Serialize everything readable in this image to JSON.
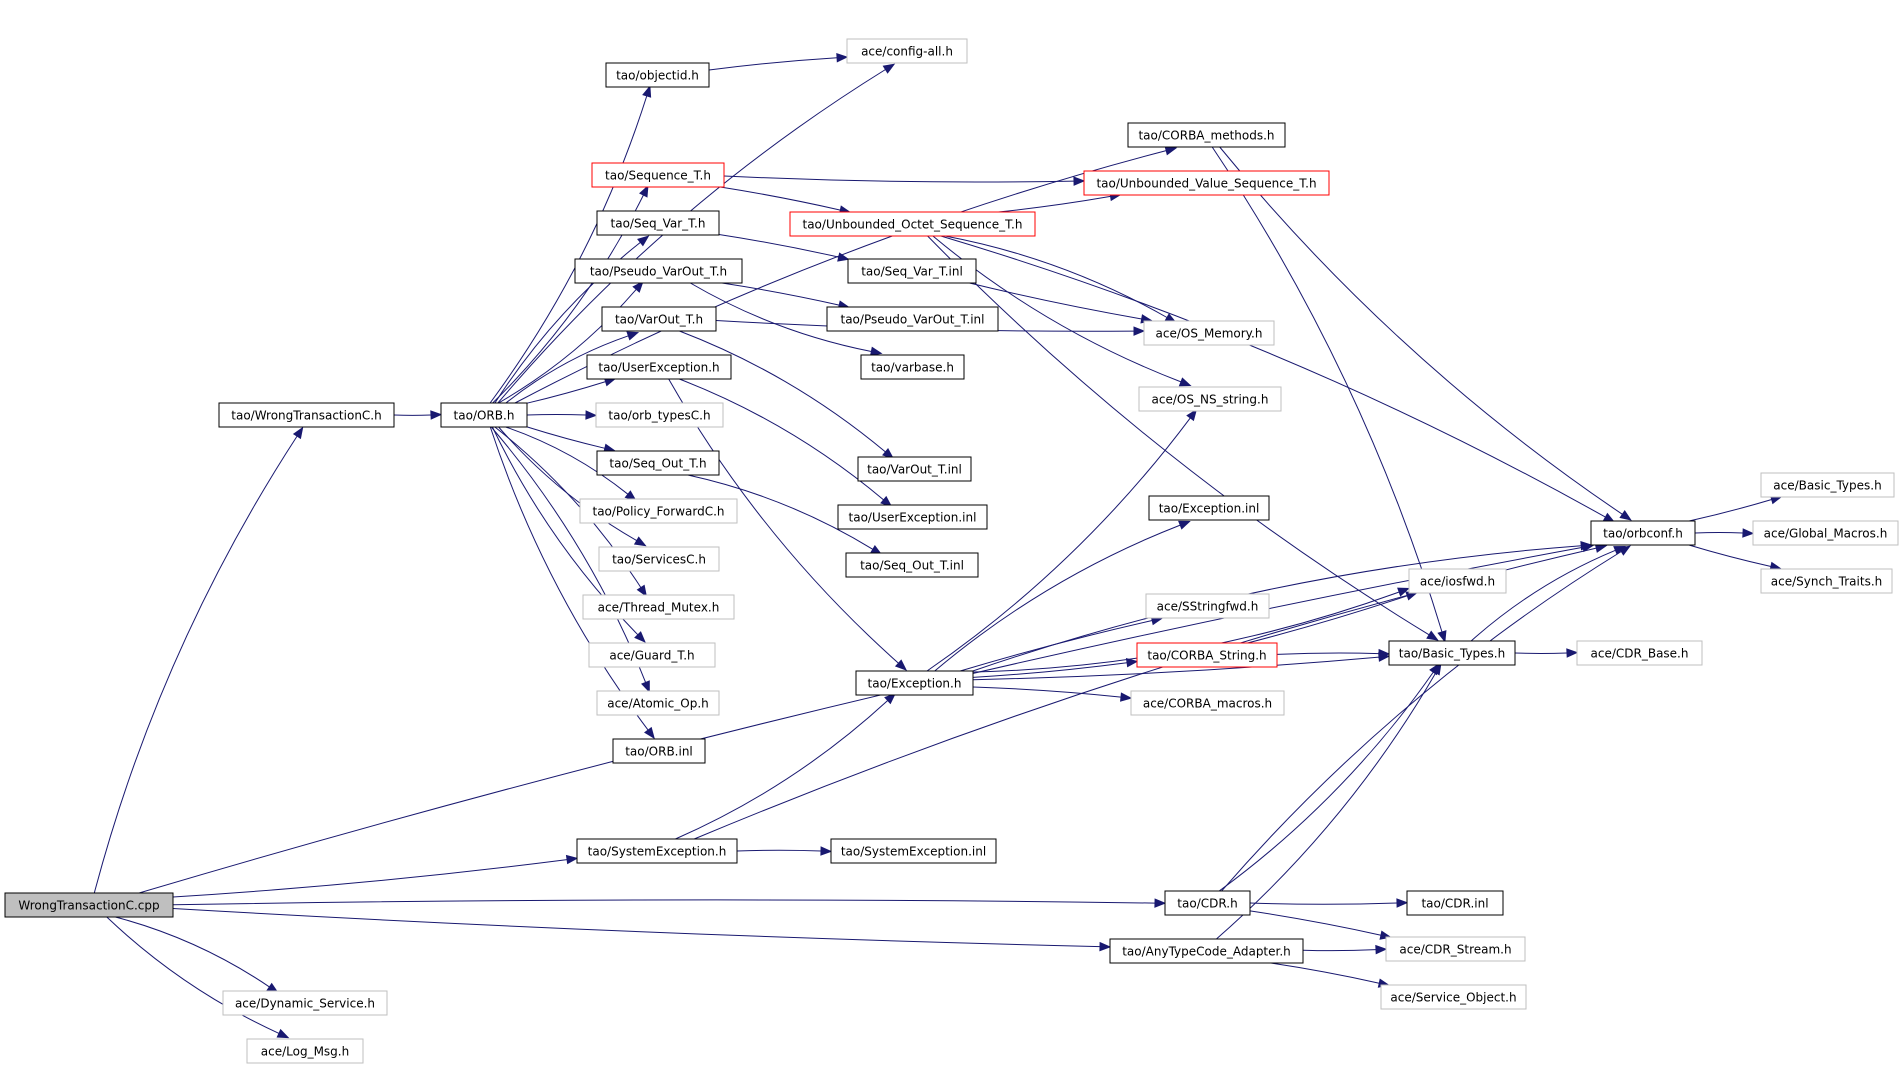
{
  "colors": {
    "edge": "#191970",
    "documented_border": "#000000",
    "undocumented_border": "#bfbfbf",
    "truncated_border": "#ff0000",
    "root_fill": "#bfbfbf",
    "background": "#ffffff"
  },
  "nodes": [
    {
      "id": "root",
      "label": "WrongTransactionC.cpp",
      "style": "root"
    },
    {
      "id": "dynsvc",
      "label": "ace/Dynamic_Service.h",
      "style": "gray"
    },
    {
      "id": "logmsg",
      "label": "ace/Log_Msg.h",
      "style": "gray"
    },
    {
      "id": "wrongtxh",
      "label": "tao/WrongTransactionC.h",
      "style": "black"
    },
    {
      "id": "orbh",
      "label": "tao/ORB.h",
      "style": "black"
    },
    {
      "id": "configall",
      "label": "ace/config-all.h",
      "style": "gray"
    },
    {
      "id": "objectid",
      "label": "tao/objectid.h",
      "style": "black"
    },
    {
      "id": "corbamethods",
      "label": "tao/CORBA_methods.h",
      "style": "black"
    },
    {
      "id": "seqT",
      "label": "tao/Sequence_T.h",
      "style": "red"
    },
    {
      "id": "unbvalseq",
      "label": "tao/Unbounded_Value_Sequence_T.h",
      "style": "red"
    },
    {
      "id": "unboctseq",
      "label": "tao/Unbounded_Octet_Sequence_T.h",
      "style": "red"
    },
    {
      "id": "seqvarT",
      "label": "tao/Seq_Var_T.h",
      "style": "black"
    },
    {
      "id": "seqvarTinl",
      "label": "tao/Seq_Var_T.inl",
      "style": "black"
    },
    {
      "id": "pseudoT",
      "label": "tao/Pseudo_VarOut_T.h",
      "style": "black"
    },
    {
      "id": "pseudoTinl",
      "label": "tao/Pseudo_VarOut_T.inl",
      "style": "black"
    },
    {
      "id": "osmem",
      "label": "ace/OS_Memory.h",
      "style": "gray"
    },
    {
      "id": "varoutT",
      "label": "tao/VarOut_T.h",
      "style": "black"
    },
    {
      "id": "varbase",
      "label": "tao/varbase.h",
      "style": "black"
    },
    {
      "id": "userexc",
      "label": "tao/UserException.h",
      "style": "black"
    },
    {
      "id": "osnsstr",
      "label": "ace/OS_NS_string.h",
      "style": "gray"
    },
    {
      "id": "orbtypes",
      "label": "tao/orb_typesC.h",
      "style": "gray"
    },
    {
      "id": "seqoutT",
      "label": "tao/Seq_Out_T.h",
      "style": "black"
    },
    {
      "id": "varoutTinl",
      "label": "tao/VarOut_T.inl",
      "style": "black"
    },
    {
      "id": "policyfwd",
      "label": "tao/Policy_ForwardC.h",
      "style": "gray"
    },
    {
      "id": "userexcinl",
      "label": "tao/UserException.inl",
      "style": "black"
    },
    {
      "id": "services",
      "label": "tao/ServicesC.h",
      "style": "gray"
    },
    {
      "id": "seqoutTinl",
      "label": "tao/Seq_Out_T.inl",
      "style": "black"
    },
    {
      "id": "threadmutex",
      "label": "ace/Thread_Mutex.h",
      "style": "gray"
    },
    {
      "id": "guardT",
      "label": "ace/Guard_T.h",
      "style": "gray"
    },
    {
      "id": "atomicop",
      "label": "ace/Atomic_Op.h",
      "style": "gray"
    },
    {
      "id": "orbinl",
      "label": "tao/ORB.inl",
      "style": "black"
    },
    {
      "id": "excinl",
      "label": "tao/Exception.inl",
      "style": "black"
    },
    {
      "id": "iosfwd",
      "label": "ace/iosfwd.h",
      "style": "gray"
    },
    {
      "id": "sstringfwd",
      "label": "ace/SStringfwd.h",
      "style": "gray"
    },
    {
      "id": "corbastr",
      "label": "tao/CORBA_String.h",
      "style": "red"
    },
    {
      "id": "exch",
      "label": "tao/Exception.h",
      "style": "black"
    },
    {
      "id": "corbamacros",
      "label": "ace/CORBA_macros.h",
      "style": "gray"
    },
    {
      "id": "basictypes",
      "label": "tao/Basic_Types.h",
      "style": "black"
    },
    {
      "id": "cdrbase",
      "label": "ace/CDR_Base.h",
      "style": "gray"
    },
    {
      "id": "orbconf",
      "label": "tao/orbconf.h",
      "style": "black"
    },
    {
      "id": "acebasic",
      "label": "ace/Basic_Types.h",
      "style": "gray"
    },
    {
      "id": "globalmacros",
      "label": "ace/Global_Macros.h",
      "style": "gray"
    },
    {
      "id": "synchtraits",
      "label": "ace/Synch_Traits.h",
      "style": "gray"
    },
    {
      "id": "sysexc",
      "label": "tao/SystemException.h",
      "style": "black"
    },
    {
      "id": "sysexcinl",
      "label": "tao/SystemException.inl",
      "style": "black"
    },
    {
      "id": "cdrh",
      "label": "tao/CDR.h",
      "style": "black"
    },
    {
      "id": "cdrinl",
      "label": "tao/CDR.inl",
      "style": "black"
    },
    {
      "id": "anytc",
      "label": "tao/AnyTypeCode_Adapter.h",
      "style": "black"
    },
    {
      "id": "cdrstream",
      "label": "ace/CDR_Stream.h",
      "style": "gray"
    },
    {
      "id": "svcobj",
      "label": "ace/Service_Object.h",
      "style": "gray"
    }
  ],
  "edges": [
    [
      "root",
      "wrongtxh"
    ],
    [
      "root",
      "sysexc"
    ],
    [
      "root",
      "cdrh"
    ],
    [
      "root",
      "anytc"
    ],
    [
      "root",
      "dynsvc"
    ],
    [
      "root",
      "logmsg"
    ],
    [
      "root",
      "orbconf"
    ],
    [
      "wrongtxh",
      "orbh"
    ],
    [
      "orbh",
      "configall"
    ],
    [
      "orbh",
      "objectid"
    ],
    [
      "orbh",
      "corbamethods"
    ],
    [
      "orbh",
      "seqT"
    ],
    [
      "orbh",
      "seqvarT"
    ],
    [
      "orbh",
      "pseudoT"
    ],
    [
      "orbh",
      "varoutT"
    ],
    [
      "orbh",
      "userexc"
    ],
    [
      "orbh",
      "orbtypes"
    ],
    [
      "orbh",
      "seqoutT"
    ],
    [
      "orbh",
      "policyfwd"
    ],
    [
      "orbh",
      "services"
    ],
    [
      "orbh",
      "threadmutex"
    ],
    [
      "orbh",
      "guardT"
    ],
    [
      "orbh",
      "atomicop"
    ],
    [
      "orbh",
      "orbinl"
    ],
    [
      "objectid",
      "configall"
    ],
    [
      "corbamethods",
      "orbconf"
    ],
    [
      "corbamethods",
      "basictypes"
    ],
    [
      "seqT",
      "unbvalseq"
    ],
    [
      "seqT",
      "unboctseq"
    ],
    [
      "unboctseq",
      "unbvalseq"
    ],
    [
      "unboctseq",
      "orbconf"
    ],
    [
      "unboctseq",
      "basictypes"
    ],
    [
      "unboctseq",
      "osmem"
    ],
    [
      "unboctseq",
      "osnsstr"
    ],
    [
      "seqvarT",
      "seqvarTinl"
    ],
    [
      "seqvarTinl",
      "osmem"
    ],
    [
      "pseudoT",
      "pseudoTinl"
    ],
    [
      "pseudoT",
      "varbase"
    ],
    [
      "varoutT",
      "varoutTinl"
    ],
    [
      "varoutT",
      "osmem"
    ],
    [
      "userexc",
      "userexcinl"
    ],
    [
      "userexc",
      "exch"
    ],
    [
      "seqoutT",
      "seqoutTinl"
    ],
    [
      "exch",
      "osnsstr"
    ],
    [
      "exch",
      "excinl"
    ],
    [
      "exch",
      "iosfwd"
    ],
    [
      "exch",
      "sstringfwd"
    ],
    [
      "exch",
      "corbastr"
    ],
    [
      "exch",
      "corbamacros"
    ],
    [
      "exch",
      "basictypes"
    ],
    [
      "exch",
      "orbconf"
    ],
    [
      "corbastr",
      "iosfwd"
    ],
    [
      "corbastr",
      "basictypes"
    ],
    [
      "basictypes",
      "cdrbase"
    ],
    [
      "basictypes",
      "orbconf"
    ],
    [
      "orbconf",
      "acebasic"
    ],
    [
      "orbconf",
      "globalmacros"
    ],
    [
      "orbconf",
      "synchtraits"
    ],
    [
      "sysexc",
      "sysexcinl"
    ],
    [
      "sysexc",
      "exch"
    ],
    [
      "sysexc",
      "orbconf"
    ],
    [
      "cdrh",
      "cdrinl"
    ],
    [
      "cdrh",
      "cdrstream"
    ],
    [
      "cdrh",
      "basictypes"
    ],
    [
      "cdrh",
      "orbconf"
    ],
    [
      "anytc",
      "cdrstream"
    ],
    [
      "anytc",
      "svcobj"
    ],
    [
      "anytc",
      "basictypes"
    ]
  ]
}
